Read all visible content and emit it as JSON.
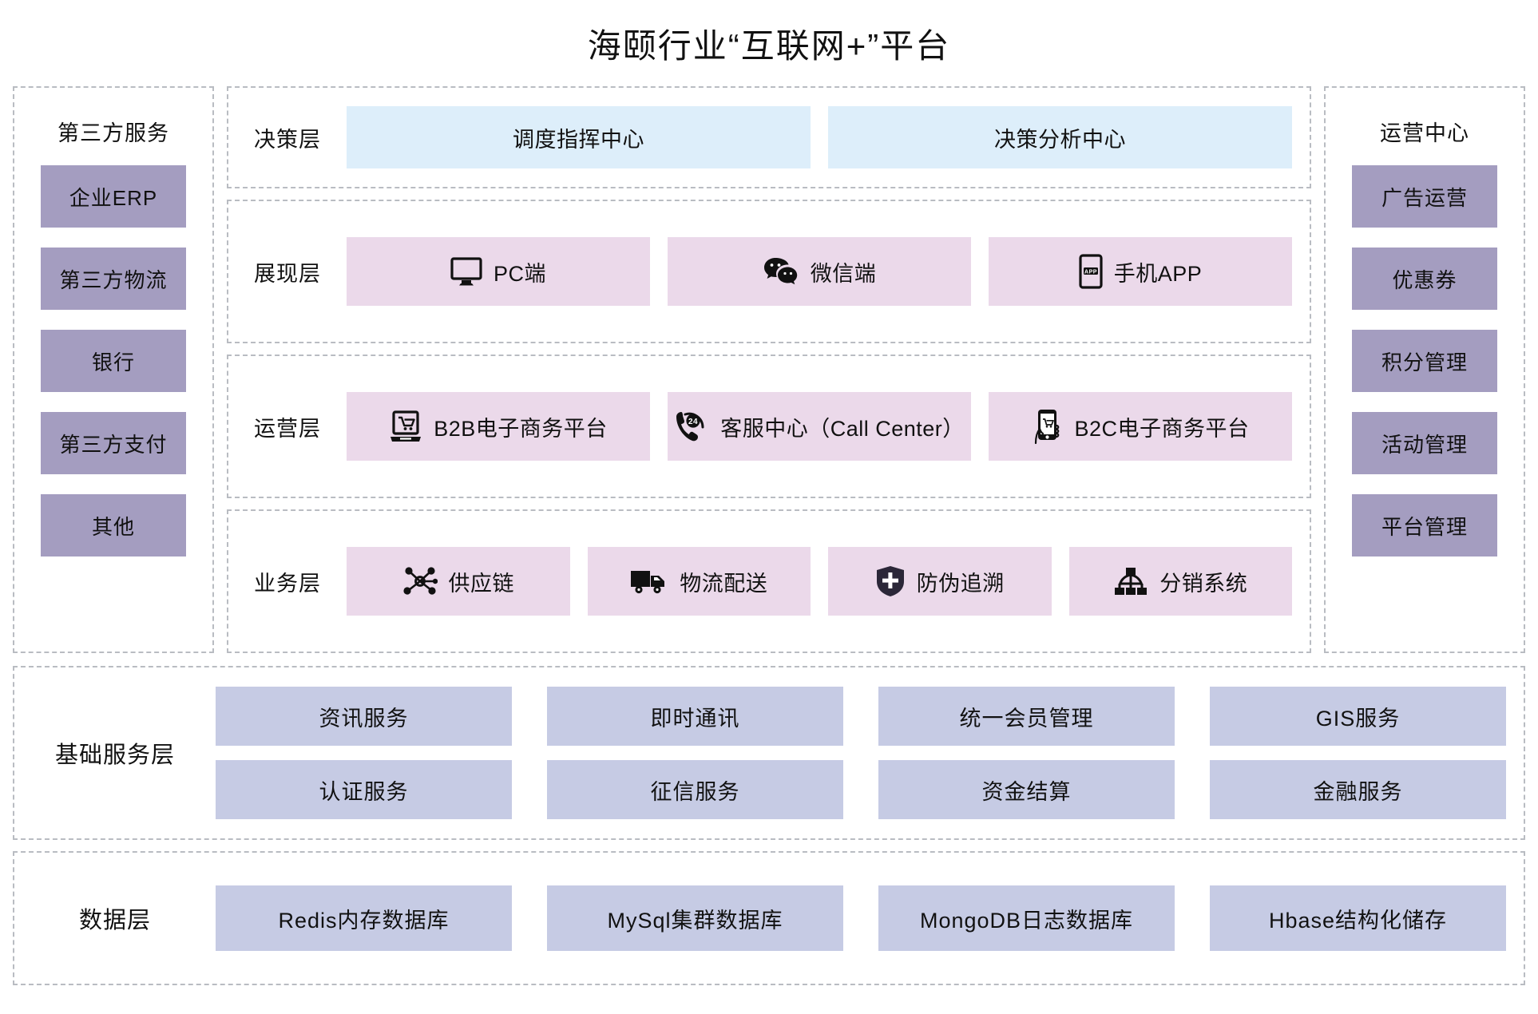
{
  "title": "海颐行业“互联网+”平台",
  "colors": {
    "chip_purple": "#a49dc0",
    "tile_pink": "#ebd9ea",
    "tile_blue": "#ddeefa",
    "base_cell": "#c6cbe4",
    "dash_border": "#b9bcc2",
    "background": "#ffffff",
    "text": "#111111"
  },
  "left_panel": {
    "title": "第三方服务",
    "items": [
      {
        "label": "企业ERP"
      },
      {
        "label": "第三方物流"
      },
      {
        "label": "银行"
      },
      {
        "label": "第三方支付"
      },
      {
        "label": "其他"
      }
    ]
  },
  "right_panel": {
    "title": "运营中心",
    "items": [
      {
        "label": "广告运营"
      },
      {
        "label": "优惠券"
      },
      {
        "label": "积分管理"
      },
      {
        "label": "活动管理"
      },
      {
        "label": "平台管理"
      }
    ]
  },
  "layers": {
    "decision": {
      "label": "决策层",
      "items": [
        {
          "label": "调度指挥中心",
          "icon": "none"
        },
        {
          "label": "决策分析中心",
          "icon": "none"
        }
      ]
    },
    "presentation": {
      "label": "展现层",
      "items": [
        {
          "label": "PC端",
          "icon": "monitor-icon"
        },
        {
          "label": "微信端",
          "icon": "wechat-icon"
        },
        {
          "label": "手机APP",
          "icon": "mobile-app-icon"
        }
      ]
    },
    "operation": {
      "label": "运营层",
      "items": [
        {
          "label": "B2B电子商务平台",
          "icon": "laptop-cart-icon"
        },
        {
          "label": "客服中心（Call Center）",
          "icon": "phone-24-icon"
        },
        {
          "label": "B2C电子商务平台",
          "icon": "mobile-cart-icon"
        }
      ]
    },
    "business": {
      "label": "业务层",
      "items": [
        {
          "label": "供应链",
          "icon": "network-nodes-icon"
        },
        {
          "label": "物流配送",
          "icon": "truck-icon"
        },
        {
          "label": "防伪追溯",
          "icon": "shield-plus-icon"
        },
        {
          "label": "分销系统",
          "icon": "hierarchy-icon"
        }
      ]
    }
  },
  "base_service_layer": {
    "label": "基础服务层",
    "items": [
      {
        "label": "资讯服务"
      },
      {
        "label": "即时通讯"
      },
      {
        "label": "统一会员管理"
      },
      {
        "label": "GIS服务"
      },
      {
        "label": "认证服务"
      },
      {
        "label": "征信服务"
      },
      {
        "label": "资金结算"
      },
      {
        "label": "金融服务"
      }
    ]
  },
  "data_layer": {
    "label": "数据层",
    "items": [
      {
        "label": "Redis内存数据库"
      },
      {
        "label": "MySql集群数据库"
      },
      {
        "label": "MongoDB日志数据库"
      },
      {
        "label": "Hbase结构化储存"
      }
    ]
  }
}
